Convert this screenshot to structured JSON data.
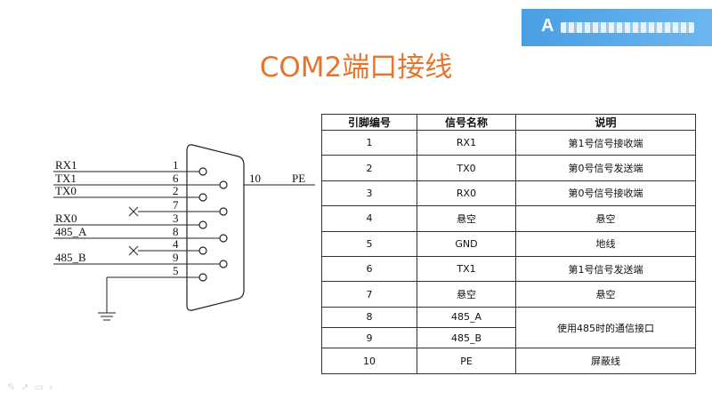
{
  "badge": {
    "letter": "A"
  },
  "title": "COM2端口接线",
  "schematic": {
    "left_labels": [
      {
        "text": "RX1",
        "pin": "1"
      },
      {
        "text": "TX1",
        "pin": "6"
      },
      {
        "text": "TX0",
        "pin": "2"
      },
      {
        "text": "",
        "pin": "7"
      },
      {
        "text": "RX0",
        "pin": "3"
      },
      {
        "text": "485_A",
        "pin": "8"
      },
      {
        "text": "",
        "pin": "4"
      },
      {
        "text": "485_B",
        "pin": "9"
      },
      {
        "text": "",
        "pin": "5"
      }
    ],
    "shield_pin": "10",
    "shield_label": "PE"
  },
  "table": {
    "headers": [
      "引脚编号",
      "信号名称",
      "说明"
    ],
    "rows": [
      {
        "pin": "1",
        "signal": "RX1",
        "desc": "第1号信号接收端"
      },
      {
        "pin": "2",
        "signal": "TX0",
        "desc": "第0号信号发送端"
      },
      {
        "pin": "3",
        "signal": "RX0",
        "desc": "第0号信号接收端"
      },
      {
        "pin": "4",
        "signal": "悬空",
        "desc": "悬空"
      },
      {
        "pin": "5",
        "signal": "GND",
        "desc": "地线"
      },
      {
        "pin": "6",
        "signal": "TX1",
        "desc": "第1号信号发送端"
      },
      {
        "pin": "7",
        "signal": "悬空",
        "desc": "悬空"
      },
      {
        "pin": "8",
        "signal": "485_A",
        "desc": "使用485时的通信接口"
      },
      {
        "pin": "9",
        "signal": "485_B",
        "desc": ""
      },
      {
        "pin": "10",
        "signal": "PE",
        "desc": "屏蔽线"
      }
    ]
  },
  "colors": {
    "title": "#e8742c",
    "badge": "#4a9ee2"
  },
  "icons": [
    "pen-icon",
    "arrow-icon",
    "menu-icon",
    "next-icon"
  ]
}
